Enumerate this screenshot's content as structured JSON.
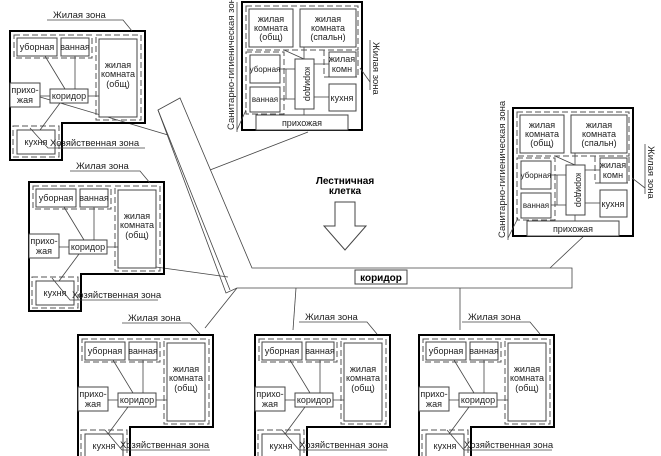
{
  "stairwell": {
    "line1": "Лестничная",
    "line2": "клетка"
  },
  "main_corridor": "коридор",
  "zones": {
    "living": "Жилая зона",
    "utility": "Хозяйственная зона",
    "sanitary": "Санитарно-гигиеническая зона"
  },
  "small_apartment": {
    "toilet": "уборная",
    "bath": "ванная",
    "hall1": "прихо-",
    "hall2": "жая",
    "corridor": "коридор",
    "kitchen": "кухня",
    "living1": "жилая",
    "living2": "комната",
    "living3": "(общ)"
  },
  "large_apartment": {
    "living_common": [
      "жилая",
      "комната",
      "(общ)"
    ],
    "living_bedroom": [
      "жилая",
      "комната",
      "(спальн)"
    ],
    "living_room": [
      "жилая",
      "комн"
    ],
    "toilet": "уборная",
    "bath": "ванная",
    "corridor": "коридор",
    "kitchen": "кухня",
    "hall": "прихожая"
  }
}
